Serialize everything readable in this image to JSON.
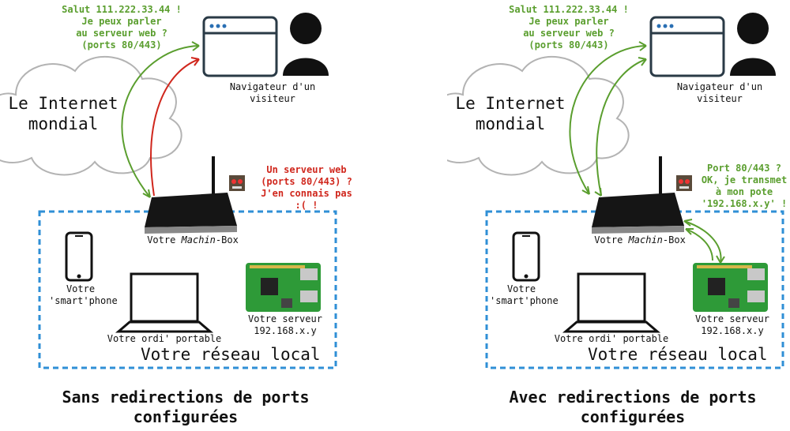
{
  "colors": {
    "green": "#5a9e2e",
    "red": "#d0271d",
    "lan_border": "#2f8fd6"
  },
  "left": {
    "visitor_message": "Salut 111.222.33.44 !\nJe peux parler\nau serveur web ?\n(ports 80/443)",
    "browser_label": "Navigateur d'un\nvisiteur",
    "cloud_label": "Le Internet\nmondial",
    "router_message": "Un serveur web\n(ports 80/443) ?\nJ'en connais pas\n:( !",
    "box_label_prefix": "Votre ",
    "box_label_em": "Machin",
    "box_label_suffix": "-Box",
    "phone_label": "Votre\n'smart'phone",
    "laptop_label": "Votre ordi' portable",
    "server_label": "Votre serveur\n192.168.x.y",
    "network_label": "Votre réseau local",
    "caption": "Sans redirections de ports\nconfigurées"
  },
  "right": {
    "visitor_message": "Salut 111.222.33.44 !\nJe peux parler\nau serveur web ?\n(ports 80/443)",
    "browser_label": "Navigateur d'un\nvisiteur",
    "cloud_label": "Le Internet\nmondial",
    "router_message": "Port 80/443 ?\nOK, je transmet\nà mon pote\n'192.168.x.y' !",
    "box_label_prefix": "Votre ",
    "box_label_em": "Machin",
    "box_label_suffix": "-Box",
    "phone_label": "Votre\n'smart'phone",
    "laptop_label": "Votre ordi' portable",
    "server_label": "Votre serveur\n192.168.x.y",
    "network_label": "Votre réseau local",
    "caption": "Avec redirections de ports\nconfigurées"
  }
}
